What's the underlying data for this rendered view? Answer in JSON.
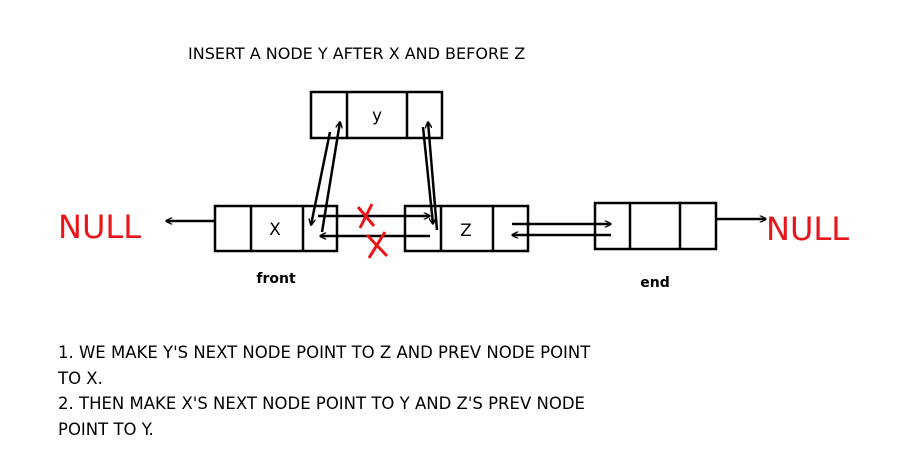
{
  "title": "INSERT A NODE Y AFTER X AND BEFORE Z",
  "nodes": {
    "y": {
      "label": "y"
    },
    "x": {
      "label": "X",
      "caption": "front"
    },
    "z": {
      "label": "Z"
    },
    "end": {
      "caption": "end"
    }
  },
  "null_labels": {
    "left": "NULL",
    "right": "NULL"
  },
  "steps": {
    "step1_line1": "1. WE MAKE Y'S NEXT NODE POINT TO Z AND PREV NODE POINT",
    "step1_line2": "TO X.",
    "step2_line1": "2. THEN MAKE X'S NEXT NODE POINT TO Y AND Z'S PREV NODE",
    "step2_line2": "POINT TO Y."
  },
  "colors": {
    "ink": "#000000",
    "null_red": "#e8161b",
    "cross_red": "#e8161b"
  }
}
